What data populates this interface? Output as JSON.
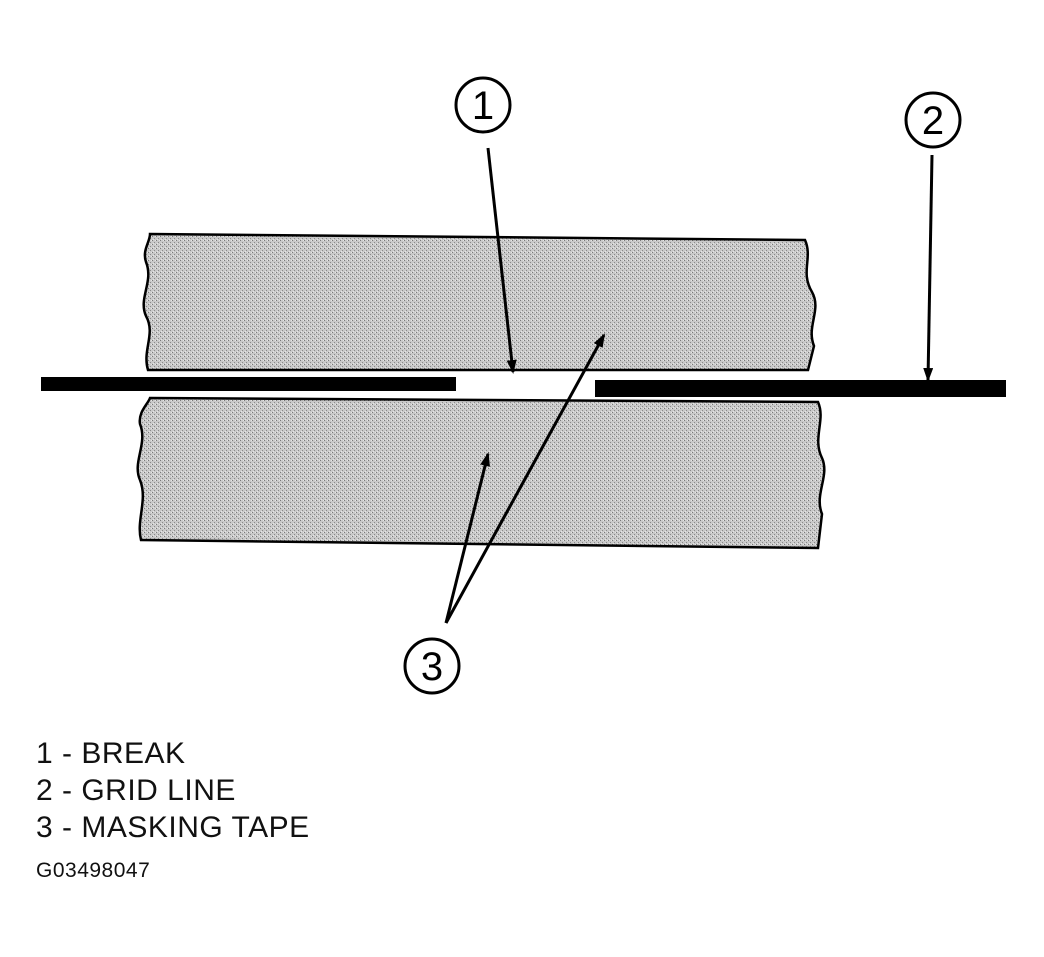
{
  "colors": {
    "ink": "#000000",
    "tape_fill": "#c4c4c4",
    "background": "#ffffff"
  },
  "callouts": [
    {
      "number": "1"
    },
    {
      "number": "2"
    },
    {
      "number": "3"
    }
  ],
  "legend": [
    {
      "text": "1 - BREAK"
    },
    {
      "text": "2 - GRID LINE"
    },
    {
      "text": "3 - MASKING TAPE"
    }
  ],
  "figure_id": "G03498047"
}
